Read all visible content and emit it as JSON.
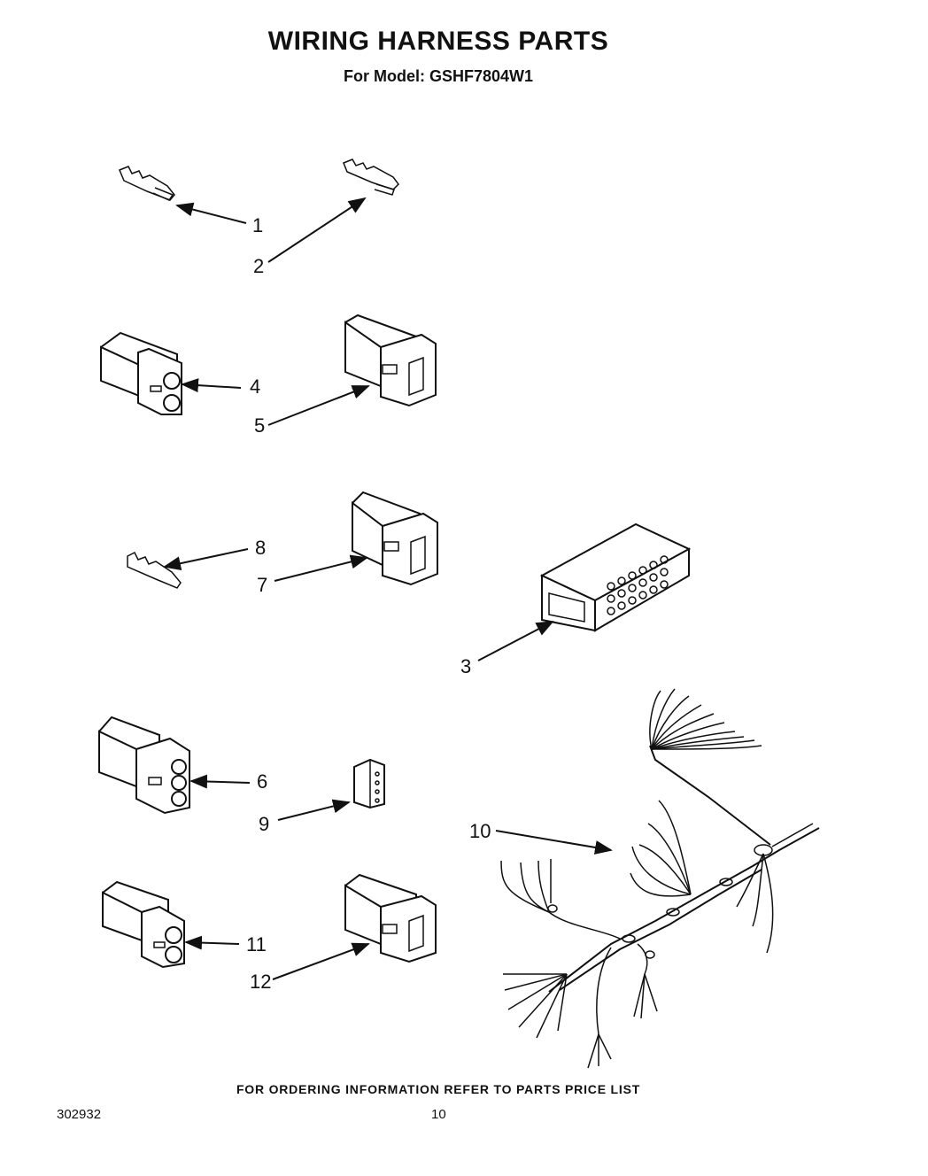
{
  "header": {
    "title": "WIRING HARNESS PARTS",
    "subtitle": "For Model: GSHF7804W1"
  },
  "callouts": {
    "c1": "1",
    "c2": "2",
    "c3": "3",
    "c4": "4",
    "c5": "5",
    "c6": "6",
    "c7": "7",
    "c8": "8",
    "c9": "9",
    "c10": "10",
    "c11": "11",
    "c12": "12"
  },
  "footer": {
    "note": "FOR ORDERING INFORMATION REFER TO PARTS PRICE LIST",
    "doc_number": "302932",
    "page_number": "10"
  }
}
